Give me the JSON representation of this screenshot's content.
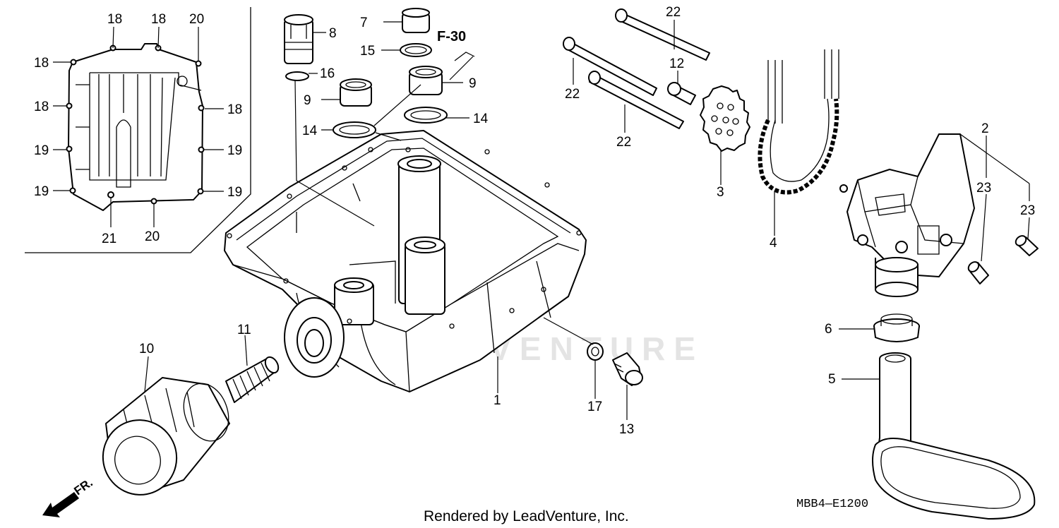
{
  "callouts": {
    "c1": "1",
    "c2": "2",
    "c3": "3",
    "c4": "4",
    "c5": "5",
    "c6": "6",
    "c7": "7",
    "c8": "8",
    "c9a": "9",
    "c9b": "9",
    "c10": "10",
    "c11": "11",
    "c12": "12",
    "c13": "13",
    "c14a": "14",
    "c14b": "14",
    "c15": "15",
    "c16": "16",
    "c17": "17",
    "c18a": "18",
    "c18b": "18",
    "c18c": "18",
    "c18d": "18",
    "c18e": "18",
    "c19a": "19",
    "c19b": "19",
    "c19c": "19",
    "c19d": "19",
    "c20a": "20",
    "c20b": "20",
    "c21": "21",
    "c22a": "22",
    "c22b": "22",
    "c22c": "22",
    "c23a": "23",
    "c23b": "23"
  },
  "reference": "F-30",
  "direction_label": "FR.",
  "diagram_code": "MBB4—E1200",
  "credit": "Rendered by LeadVenture, Inc.",
  "watermark": "LEADVENTURE"
}
